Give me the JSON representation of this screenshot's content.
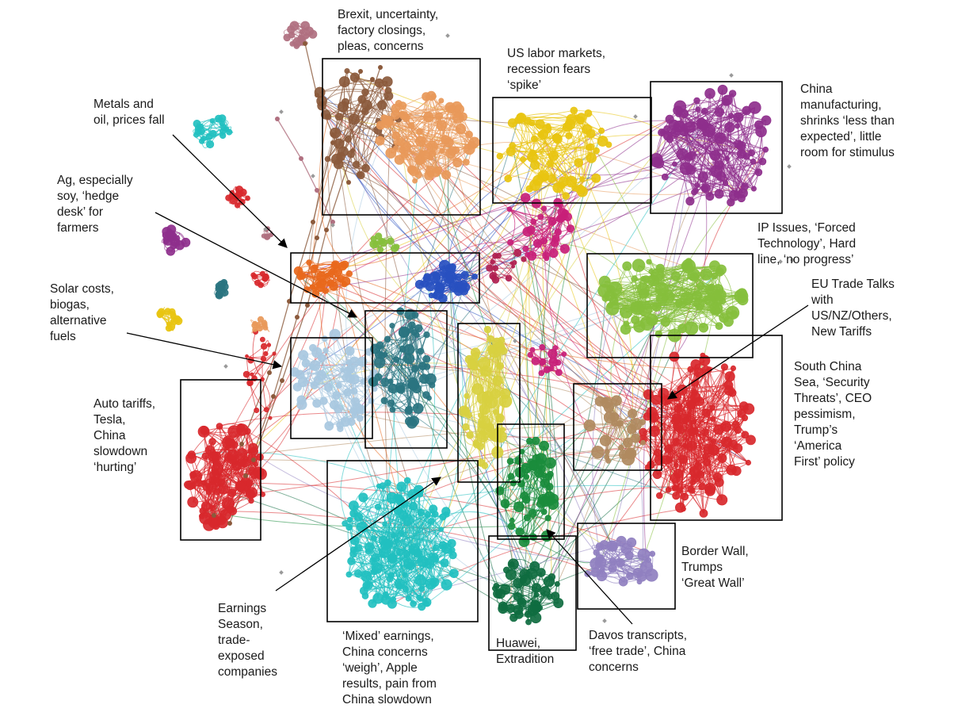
{
  "labels": {
    "brexit": "Brexit, uncertainty,\nfactory closings,\npleas, concerns",
    "us_labor": "US labor markets,\nrecession fears\n‘spike’",
    "china_manufacturing": "China\nmanufacturing,\nshrinks ‘less than\nexpected’, little\nroom for stimulus",
    "metals": "Metals and\noil, prices fall",
    "ag": "Ag, especially\nsoy, ‘hedge\ndesk’ for\nfarmers",
    "ip_issues": "IP Issues, ‘Forced\nTechnology’, Hard\nline, ‘no progress’",
    "eu_trade": "EU Trade Talks\nwith\nUS/NZ/Others,\nNew Tariffs",
    "solar": "Solar costs,\nbiogas,\nalternative\nfuels",
    "south_china_sea": "South China\nSea, ‘Security\nThreats’, CEO\npessimism,\nTrump’s\n‘America\nFirst’ policy",
    "auto": "Auto tariffs,\nTesla,\nChina\nslowdown\n‘hurting’",
    "border_wall": "Border Wall,\nTrumps\n‘Great Wall’",
    "earnings_season": "Earnings\nSeason,\ntrade-\nexposed\ncompanies",
    "mixed_earnings": "‘Mixed’ earnings,\nChina concerns\n‘weigh’, Apple\nresults, pain from\nChina slowdown",
    "huawei": "Huawei,\nExtradition",
    "davos": "Davos transcripts,\n‘free trade’, China\nconcerns"
  },
  "colors": {
    "brown": "#8b5a3c",
    "orange": "#e8995a",
    "yellow": "#e8c410",
    "purple": "#8e2f8c",
    "lime": "#86bf3c",
    "red": "#d8282c",
    "darkorange": "#e8681c",
    "blue": "#2850c0",
    "lightblue": "#a8c8e0",
    "teal": "#2a7480",
    "paleyellow": "#d8d040",
    "magenta": "#c82078",
    "tan": "#b08a60",
    "green": "#1a8c3c",
    "darkgreen": "#0f6c40",
    "cyan": "#22c0c0",
    "lavender": "#9080c0",
    "crimson": "#b02050",
    "mauve": "#b07080"
  }
}
